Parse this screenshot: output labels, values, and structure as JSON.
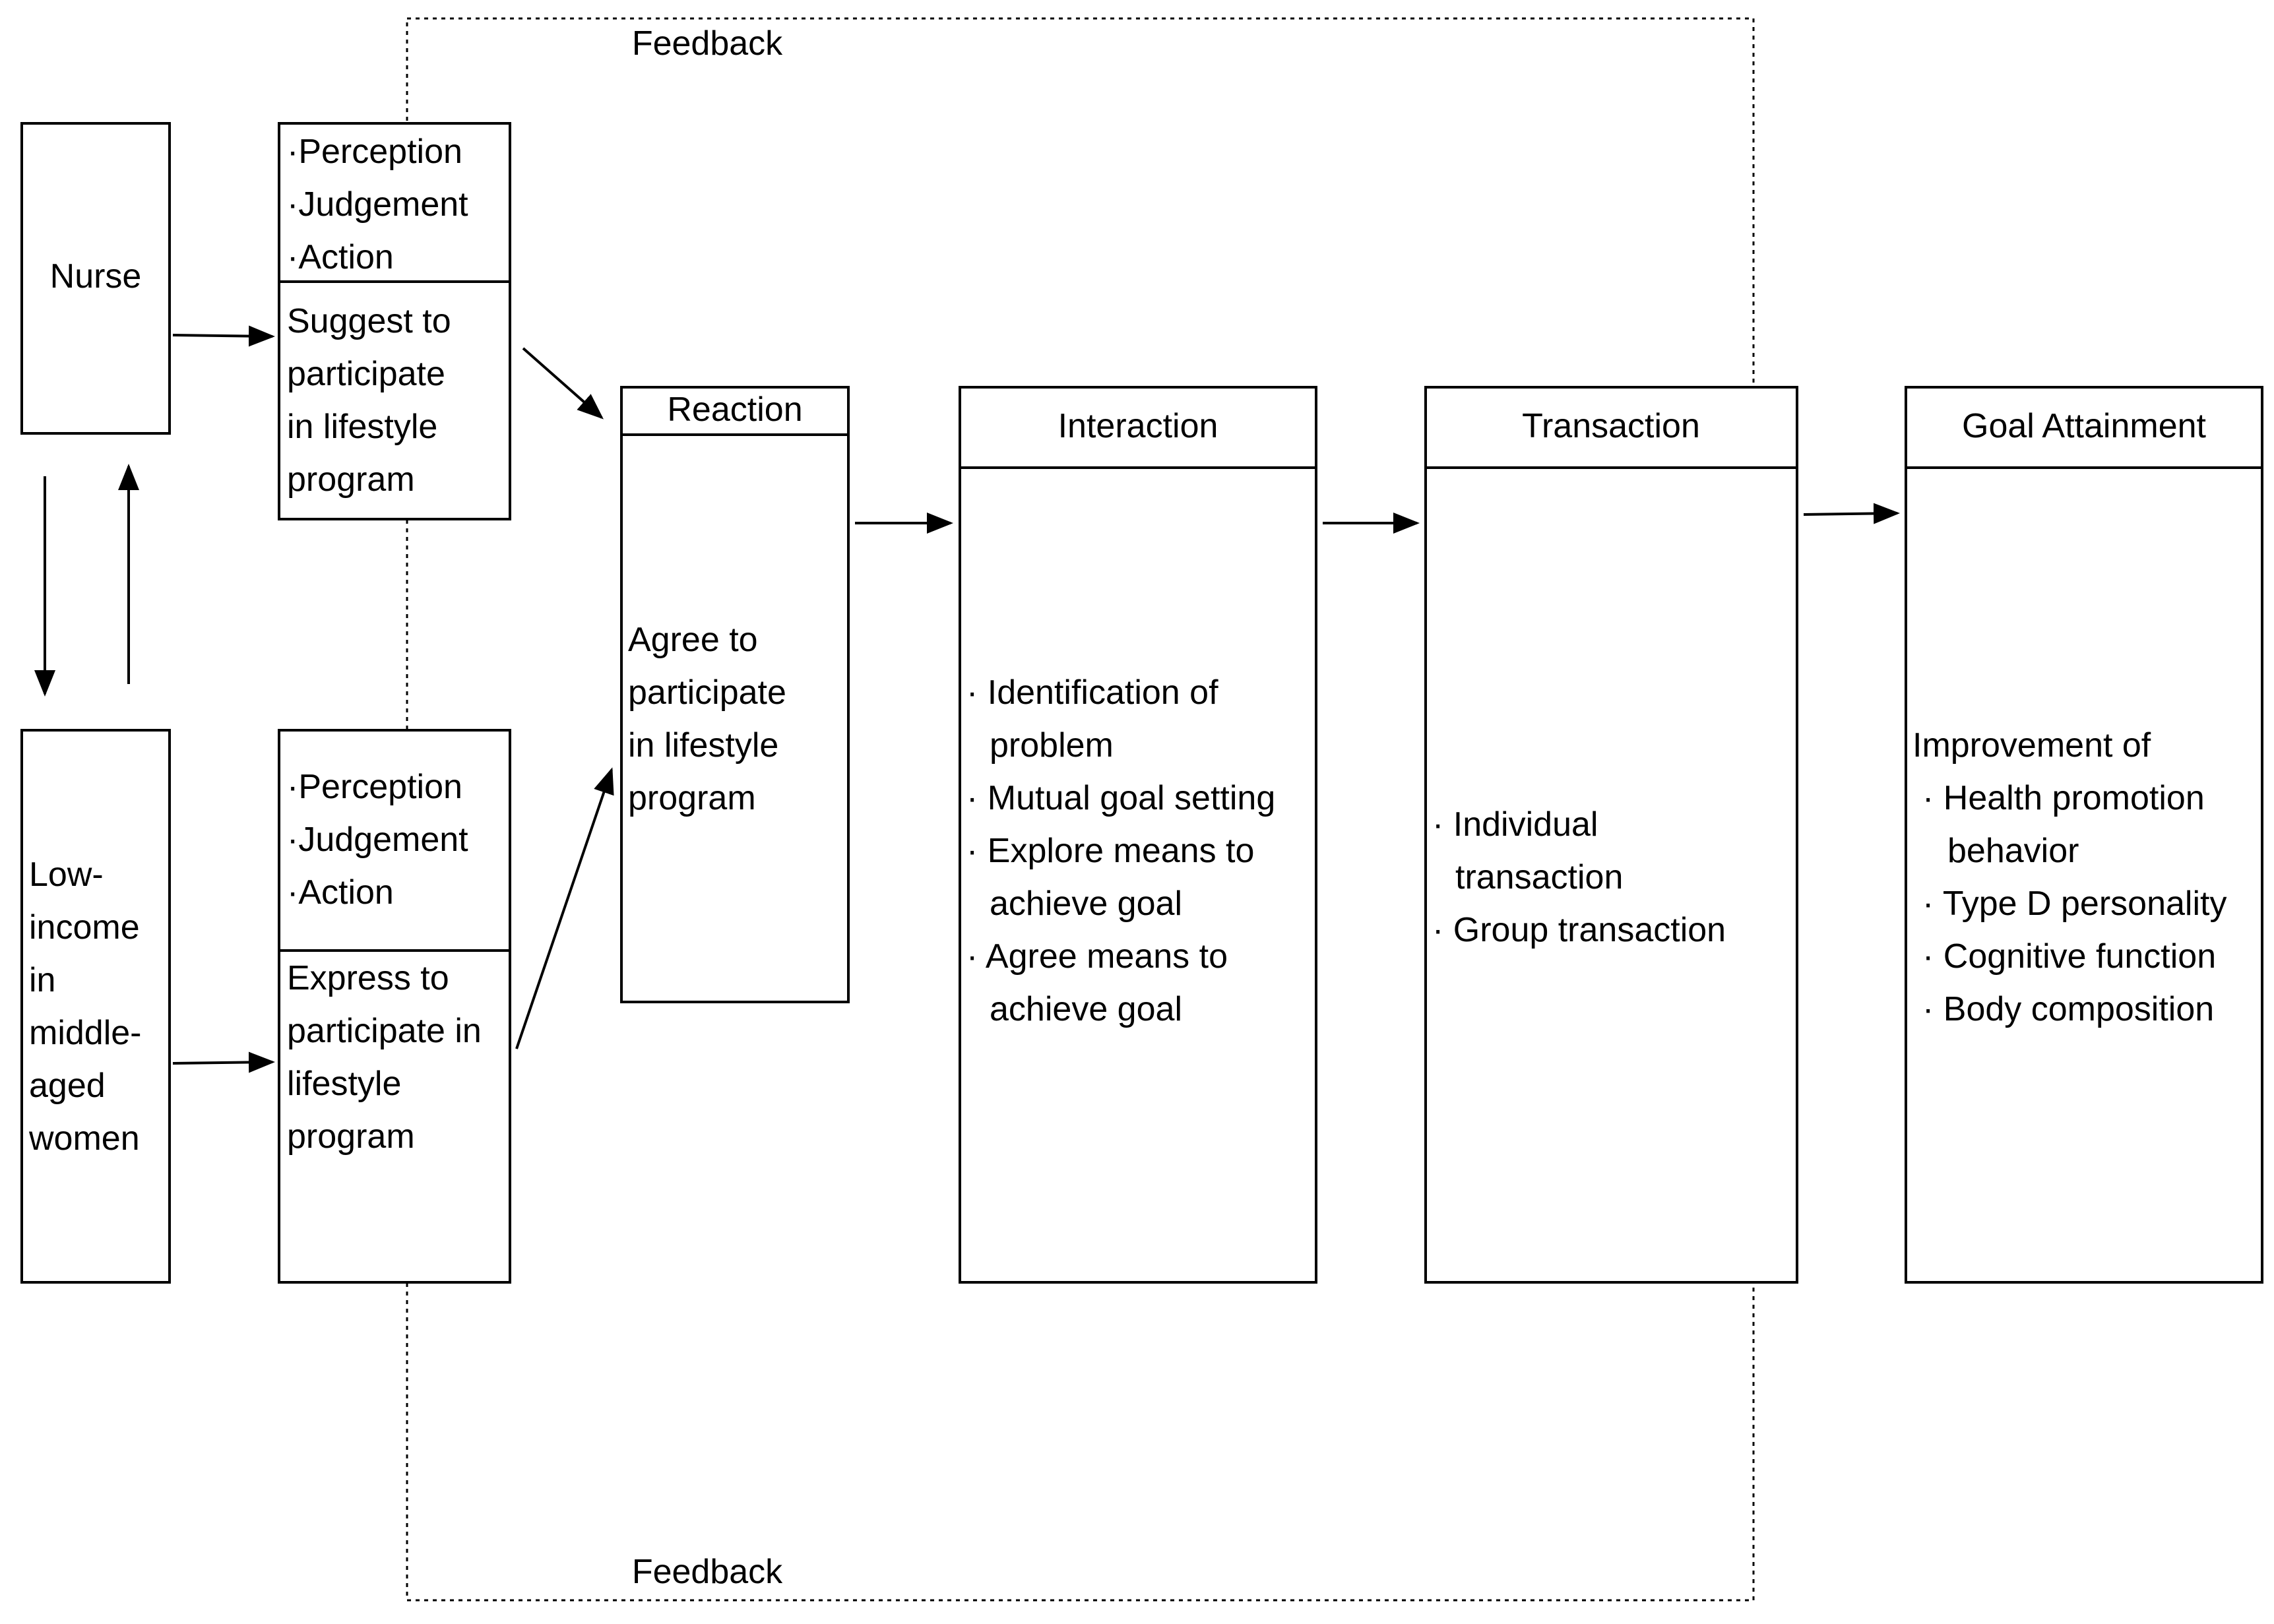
{
  "feedback": {
    "top_label": "Feedback",
    "bottom_label": "Feedback"
  },
  "nurse": {
    "label": "Nurse",
    "process": [
      "·Perception",
      "·Judgement",
      "·Action"
    ],
    "statement": [
      "Suggest to",
      "participate",
      "in lifestyle",
      "program"
    ]
  },
  "women": {
    "label": [
      "Low-",
      "income",
      "in",
      "middle-",
      "aged",
      "women"
    ],
    "process": [
      "·Perception",
      "·Judgement",
      "·Action"
    ],
    "statement": [
      "Express to",
      "participate in",
      "lifestyle",
      "program"
    ]
  },
  "reaction": {
    "title": "Reaction",
    "body": [
      "Agree to",
      "participate",
      "in lifestyle",
      "program"
    ]
  },
  "interaction": {
    "title": "Interaction",
    "body": [
      "· Identification of",
      "problem",
      "· Mutual goal setting",
      "· Explore means to",
      "achieve goal",
      "· Agree means to",
      "achieve goal"
    ]
  },
  "transaction": {
    "title": "Transaction",
    "body": [
      "· Individual",
      "transaction",
      "· Group transaction"
    ]
  },
  "goal": {
    "title": "Goal Attainment",
    "intro": "Improvement of",
    "items": [
      "· Health promotion",
      "behavior",
      "· Type D personality",
      "· Cognitive function",
      "· Body composition"
    ]
  }
}
